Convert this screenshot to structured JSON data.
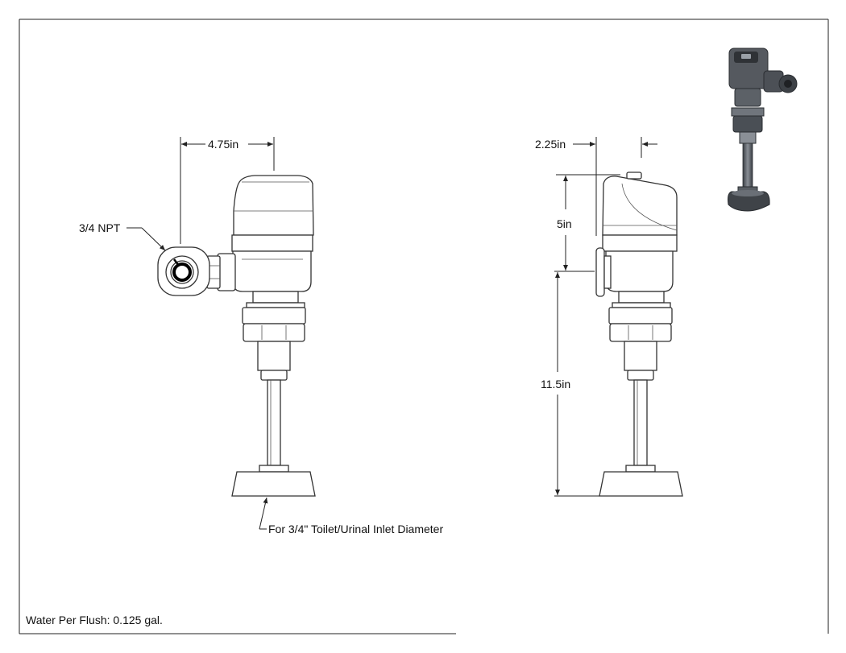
{
  "labels": {
    "width_front": "4.75in",
    "inlet_thread": "3/4 NPT",
    "depth_side": "2.25in",
    "head_height": "5in",
    "stem_height": "11.5in",
    "outlet_note": "For 3/4\" Toilet/Urinal Inlet Diameter",
    "water_per_flush": "Water Per Flush: 0.125 gal."
  },
  "colors": {
    "line": "#222222",
    "thumb_body": "#4a4f55"
  }
}
